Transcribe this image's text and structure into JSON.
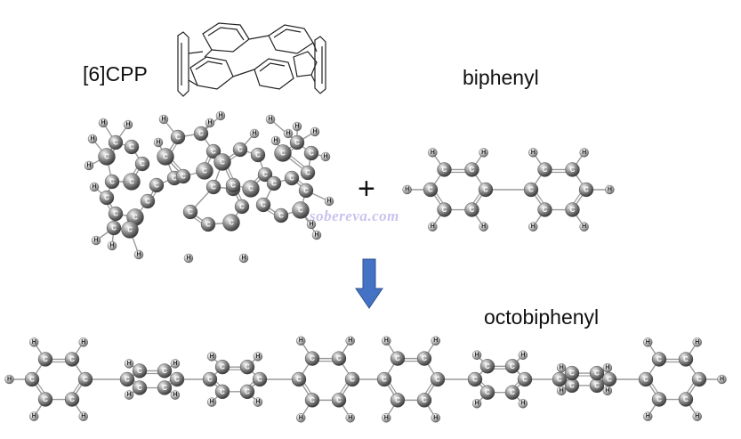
{
  "labels": {
    "cpp": "[6]CPP",
    "biphenyl": "biphenyl",
    "octobiphenyl": "octobiphenyl",
    "plus": "+",
    "watermark": "sobereva.com"
  },
  "atom_symbols": {
    "carbon": "C",
    "hydrogen": "H"
  },
  "colors": {
    "carbon": "#7a7a7a",
    "hydrogen": "#dcdcdc",
    "bond": "#9a9a9a",
    "arrow": "#4472c4",
    "arrow_edge": "#2f528f",
    "watermark": "#c9c3ee"
  },
  "icons": {
    "reaction_arrow": "arrow-down-icon"
  }
}
